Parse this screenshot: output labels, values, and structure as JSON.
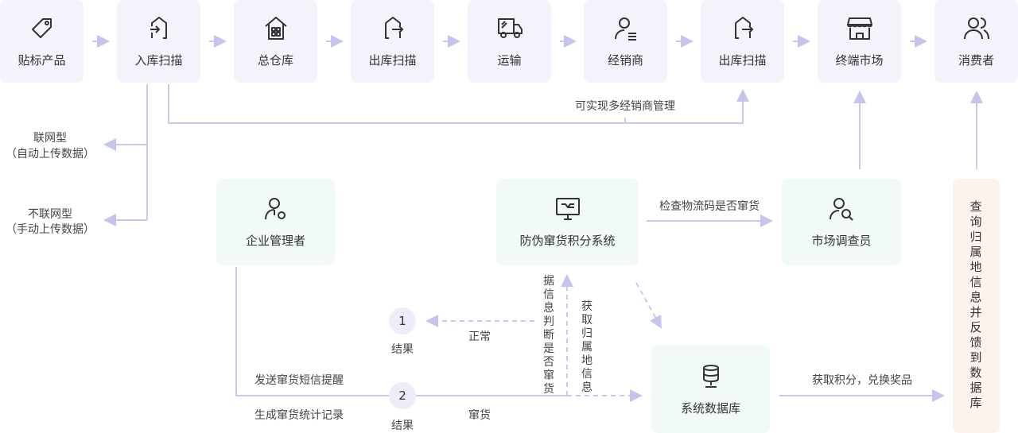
{
  "flow": [
    {
      "label": "贴标产品",
      "icon": "tag-icon"
    },
    {
      "label": "入库扫描",
      "icon": "warehouse-in-icon"
    },
    {
      "label": "总仓库",
      "icon": "warehouse-icon"
    },
    {
      "label": "出库扫描",
      "icon": "warehouse-out-icon"
    },
    {
      "label": "运输",
      "icon": "truck-icon"
    },
    {
      "label": "经销商",
      "icon": "dealer-icon"
    },
    {
      "label": "出库扫描",
      "icon": "warehouse-out-icon"
    },
    {
      "label": "终端市场",
      "icon": "store-icon"
    },
    {
      "label": "消费者",
      "icon": "users-icon"
    }
  ],
  "multi_dealer": "可实现多经销商管理",
  "online": "联网型",
  "online_sub": "（自动上传数据）",
  "offline": "不联网型",
  "offline_sub": "（手动上传数据）",
  "nodes": {
    "admin": "企业管理者",
    "system": "防伪窜货积分系统",
    "inspector": "市场调查员",
    "db": "系统数据库",
    "query": "查询归属地信息并反馈到数据库"
  },
  "edges": {
    "check": "检查物流码是否窜货",
    "judge": "据信息判断是否窜货",
    "fetch": "获取归属地信息",
    "normal": "正常",
    "fleeing": "窜货",
    "sms": "发送窜货短信提醒",
    "record": "生成窜货统计记录",
    "points": "获取积分，兑换奖品"
  },
  "results": [
    {
      "num": "1",
      "label": "结果"
    },
    {
      "num": "2",
      "label": "结果"
    }
  ],
  "colors": {
    "line": "#c8c8f0",
    "top_bg": "#f3f3fb",
    "mid_bg": "#f2faf6",
    "side_bg": "#fdf3ee"
  }
}
